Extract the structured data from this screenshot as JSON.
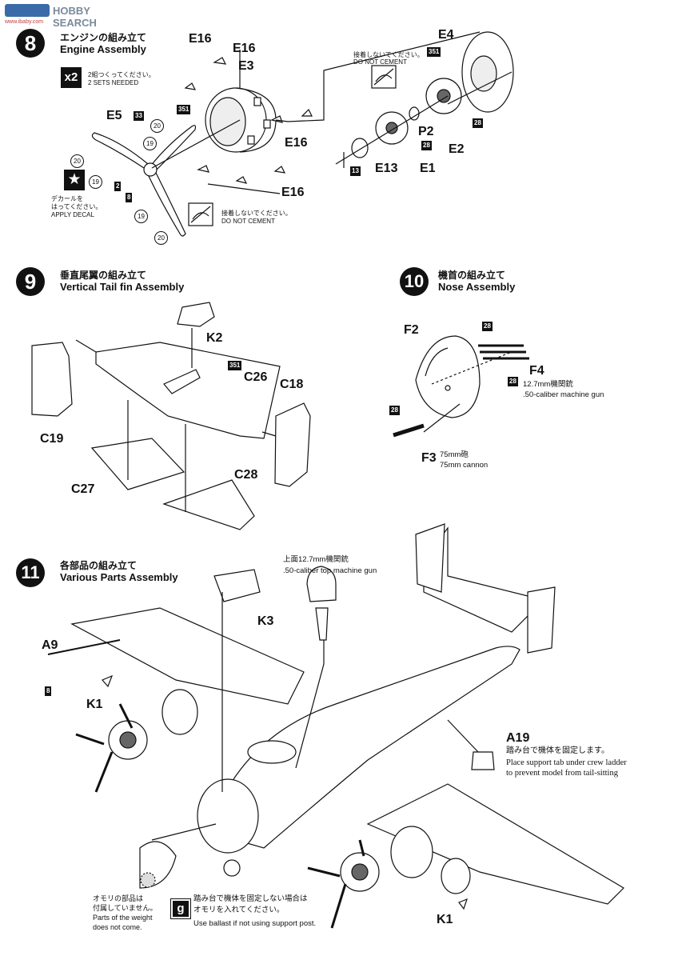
{
  "watermark": {
    "logo_text": "HOBBY SEARCH",
    "url": "www.ibaby.com"
  },
  "step8": {
    "number": "8",
    "title_jp": "エンジンの組み立て",
    "title_en": "Engine Assembly",
    "sets_badge": "x2",
    "sets_jp": "2組つくってください。",
    "sets_en": "2 SETS NEEDED",
    "decal_jp1": "デカールを",
    "decal_jp2": "はってください。",
    "decal_en": "APPLY DECAL",
    "no_cement_jp": "接着しないでください。",
    "no_cement_en": "DO NOT CEMENT",
    "parts": [
      "E16",
      "E16",
      "E3",
      "E16",
      "E16",
      "E5",
      "E4",
      "P2",
      "E2",
      "E13",
      "E1"
    ],
    "paints": [
      "351",
      "33",
      "20",
      "19",
      "20",
      "19",
      "2",
      "8",
      "19",
      "20",
      "351",
      "28",
      "28",
      "13"
    ]
  },
  "step9": {
    "number": "9",
    "title_jp": "垂直尾翼の組み立て",
    "title_en": "Vertical Tail fin Assembly",
    "parts": [
      "K2",
      "C26",
      "C18",
      "C19",
      "C27",
      "C28"
    ],
    "paints": [
      "351"
    ]
  },
  "step10": {
    "number": "10",
    "title_jp": "機首の組み立て",
    "title_en": "Nose Assembly",
    "parts": [
      "F2",
      "F4",
      "F3"
    ],
    "paints": [
      "28",
      "28",
      "28"
    ],
    "gun_jp": "12.7mm機関銃",
    "gun_en": ".50-caliber machine gun",
    "cannon_jp": "75mm砲",
    "cannon_en": "75mm cannon"
  },
  "step11": {
    "number": "11",
    "title_jp": "各部品の組み立て",
    "title_en": "Various Parts Assembly",
    "parts": [
      "A9",
      "K1",
      "K3",
      "A19",
      "K1"
    ],
    "paints": [
      "8"
    ],
    "top_gun_jp": "上面12.7mm機関銃",
    "top_gun_en": ".50-caliber top machine  gun",
    "a19_jp": "踏み台で機体を固定します。",
    "a19_en1": "Place support tab under crew ladder",
    "a19_en2": "to prevent model from tail-sitting",
    "weight_jp1": "オモリの部品は",
    "weight_jp2": "付属していません。",
    "weight_en1": "Parts of the weight",
    "weight_en2": "does not come.",
    "ballast_icon": "g",
    "ballast_jp1": "踏み台で機体を固定しない場合は",
    "ballast_jp2": "オモリを入れてください。",
    "ballast_en": "Use ballast if not using support post."
  }
}
